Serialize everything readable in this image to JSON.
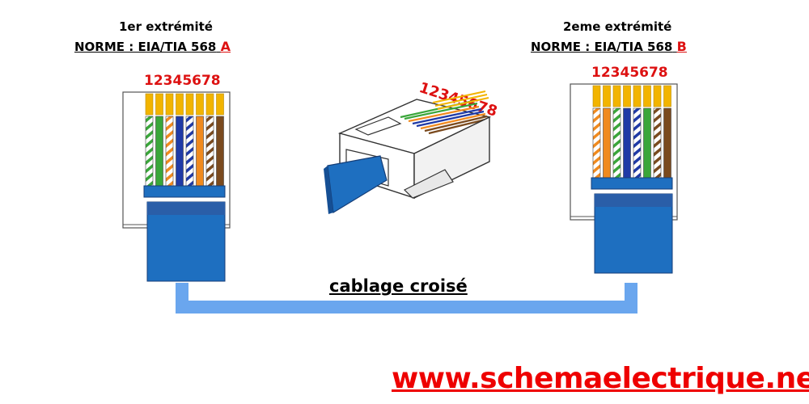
{
  "left": {
    "title": "1er extrémité",
    "norme": "NORME : EIA/TIA 568",
    "letter": "A",
    "pins": "12345678",
    "wires": [
      {
        "stripe": "#3aa63a"
      },
      {
        "solid": "#3aa63a"
      },
      {
        "stripe": "#f08a1e"
      },
      {
        "solid": "#1f3aa6"
      },
      {
        "stripe": "#1f3aa6"
      },
      {
        "solid": "#f08a1e"
      },
      {
        "stripe": "#7a4a1e"
      },
      {
        "solid": "#7a4a1e"
      }
    ]
  },
  "right": {
    "title": "2eme extrémité",
    "norme": "NORME : EIA/TIA 568",
    "letter": "B",
    "pins": "12345678",
    "wires": [
      {
        "stripe": "#f08a1e"
      },
      {
        "solid": "#f08a1e"
      },
      {
        "stripe": "#3aa63a"
      },
      {
        "solid": "#1f3aa6"
      },
      {
        "stripe": "#1f3aa6"
      },
      {
        "solid": "#3aa63a"
      },
      {
        "stripe": "#7a4a1e"
      },
      {
        "solid": "#7a4a1e"
      }
    ]
  },
  "center": {
    "pins": "12345678",
    "label": "cablage croisé"
  },
  "footer": {
    "url": "www.schemaelectrique.net"
  },
  "colors": {
    "connector_blue": "#1e6fc0",
    "boot_dark": "#2a5ea8",
    "cable_link": "#6aa6ee",
    "gold": "#f2b400",
    "accent_red": "#dd1111"
  }
}
